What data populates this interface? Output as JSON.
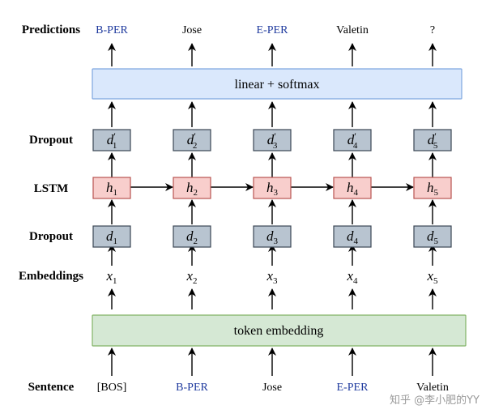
{
  "row_labels": {
    "predictions": "Predictions",
    "dropout_top": "Dropout",
    "lstm": "LSTM",
    "dropout_bottom": "Dropout",
    "embeddings": "Embeddings",
    "sentence": "Sentence"
  },
  "predictions": [
    "B-PER",
    "Jose",
    "E-PER",
    "Valetin",
    "?"
  ],
  "sentence": [
    "[BOS]",
    "B-PER",
    "Jose",
    "E-PER",
    "Valetin"
  ],
  "highlight_tokens": [
    "B-PER",
    "E-PER"
  ],
  "linear_softmax_label": "linear + softmax",
  "token_embedding_label": "token embedding",
  "cells": {
    "dropout_top": [
      "d",
      "d",
      "d",
      "d",
      "d"
    ],
    "lstm": [
      "h",
      "h",
      "h",
      "h",
      "h"
    ],
    "dropout_bottom": [
      "d",
      "d",
      "d",
      "d",
      "d"
    ],
    "embeddings": [
      "x",
      "x",
      "x",
      "x",
      "x"
    ],
    "subscripts": [
      "1",
      "2",
      "3",
      "4",
      "5"
    ],
    "prime": "′"
  },
  "watermark": "知乎 @李小肥的YY",
  "colors": {
    "highlight_text": "#1f3a9e",
    "linear_fill": "#dae8fc",
    "linear_stroke": "#7ea6e0",
    "embed_fill": "#d5e8d4",
    "embed_stroke": "#82b366",
    "dropout_fill": "#b8c4d0",
    "dropout_stroke": "#3b4654",
    "lstm_fill": "#f8cecc",
    "lstm_stroke": "#b85450"
  }
}
